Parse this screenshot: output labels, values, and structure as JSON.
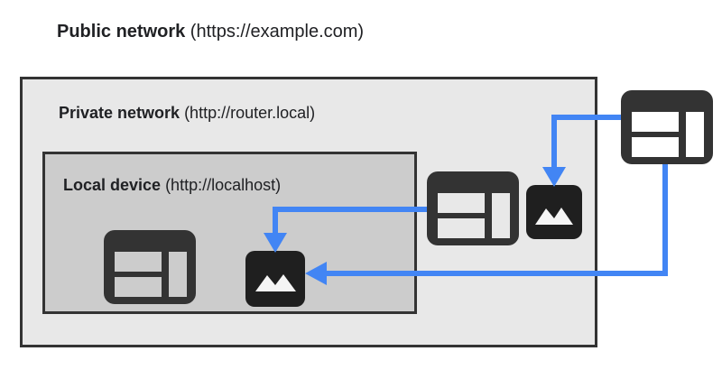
{
  "diagram": {
    "type": "network-boundary-diagram",
    "background_color": "#ffffff",
    "title": {
      "bold_part": "Public network",
      "rest_part": " (https://example.com)",
      "full": "Public network (https://example.com)"
    },
    "zones": [
      {
        "id": "public",
        "bold_part": "Public network",
        "rest_part": " (https://example.com)",
        "url": "https://example.com",
        "background_color": "#ffffff"
      },
      {
        "id": "private",
        "bold_part": "Private network",
        "rest_part": " (http://router.local)",
        "url": "http://router.local",
        "background_color": "#e8e8e8",
        "border_color": "#333333"
      },
      {
        "id": "local",
        "bold_part": "Local device",
        "rest_part": " (http://localhost)",
        "url": "http://localhost",
        "background_color": "#cccccc",
        "border_color": "#333333"
      }
    ],
    "icons": [
      {
        "id": "browser-local-device",
        "kind": "browser-window-icon",
        "zone": "local",
        "color": "#333333"
      },
      {
        "id": "image-local-device",
        "kind": "image-icon",
        "zone": "local",
        "color": "#1f1f1f"
      },
      {
        "id": "browser-private",
        "kind": "browser-window-icon",
        "zone": "private",
        "color": "#333333"
      },
      {
        "id": "image-private",
        "kind": "image-icon",
        "zone": "private",
        "color": "#1f1f1f"
      },
      {
        "id": "browser-public",
        "kind": "browser-window-icon",
        "zone": "public",
        "color": "#333333"
      }
    ],
    "arrows": [
      {
        "id": "private-browser-to-local-image",
        "from": "browser-private",
        "to": "image-local-device",
        "color": "#4285f4",
        "direction": "right-to-left-then-down"
      },
      {
        "id": "public-browser-to-private-image",
        "from": "browser-public",
        "to": "image-private",
        "color": "#4285f4",
        "direction": "right-to-left-then-down"
      },
      {
        "id": "public-browser-to-local-image",
        "from": "browser-public",
        "to": "image-local-device",
        "color": "#4285f4",
        "direction": "down-then-right-to-left"
      }
    ],
    "colors": {
      "accent_blue": "#4285f4",
      "icon_dark": "#333333",
      "image_icon_dark": "#1f1f1f",
      "zone_private_fill": "#e8e8e8",
      "zone_local_fill": "#cccccc",
      "text": "#202124"
    }
  }
}
